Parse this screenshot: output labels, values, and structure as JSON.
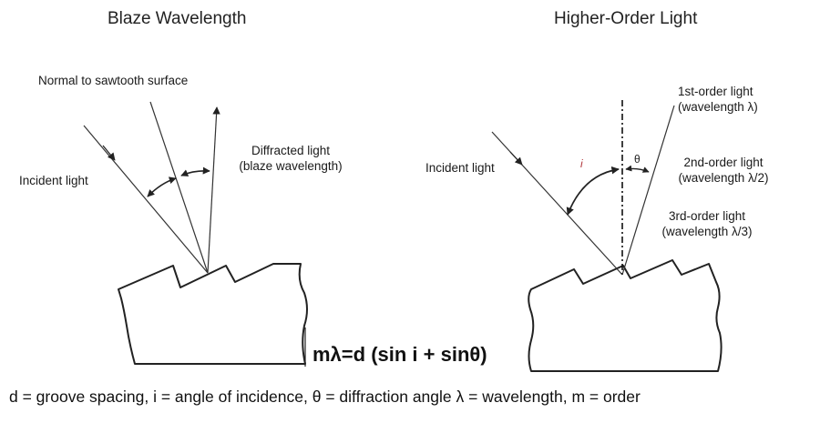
{
  "left_panel": {
    "title": "Blaze Wavelength",
    "normal_label": "Normal to sawtooth surface",
    "incident_label": "Incident light",
    "diffracted_label": [
      "Diffracted light",
      "(blaze wavelength)"
    ]
  },
  "right_panel": {
    "title": "Higher-Order Light",
    "incident_label": "Incident light",
    "angle_i": "i",
    "angle_theta": "θ",
    "first_order": [
      "1st-order light",
      "(wavelength λ)"
    ],
    "second_order": [
      "2nd-order light",
      "(wavelength λ/2)"
    ],
    "third_order": [
      "3rd-order light",
      "(wavelength λ/3)"
    ]
  },
  "formula": "mλ=d (sin i + sinθ)",
  "legend": "d = groove spacing, i = angle of incidence, θ = diffraction angle λ = wavelength, m = order"
}
